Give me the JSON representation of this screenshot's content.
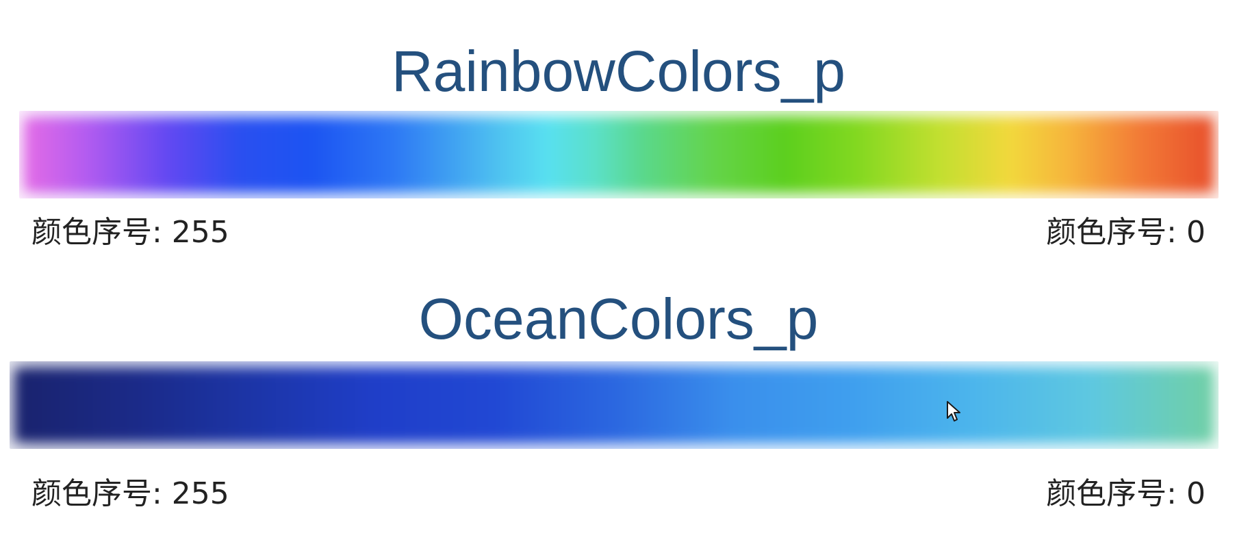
{
  "rainbow": {
    "title": "RainbowColors_p",
    "left_label": "颜色序号: 255",
    "right_label": "颜色序号: 0",
    "gradient_colors": [
      "#e26be6",
      "#6248f2",
      "#1c54f2",
      "#4fc3f0",
      "#5ccf1e",
      "#f2d83c",
      "#e8502c"
    ]
  },
  "ocean": {
    "title": "OceanColors_p",
    "left_label": "颜色序号: 255",
    "right_label": "颜色序号: 0",
    "gradient_colors": [
      "#1a236e",
      "#1f3ec8",
      "#3a8fec",
      "#5ec8e0",
      "#70cfa6"
    ]
  },
  "cursor": {
    "icon": "mouse-pointer-icon"
  }
}
